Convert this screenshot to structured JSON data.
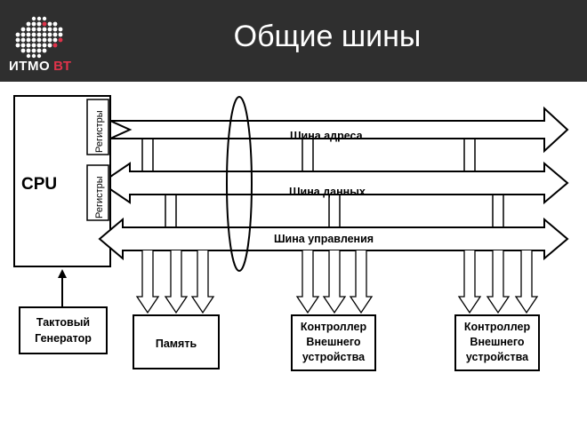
{
  "header": {
    "title": "Общие шины",
    "logo_text_main": "ИТМО",
    "logo_text_accent": "ВТ",
    "logo_icon": "itmo-dot-grid-logo"
  },
  "diagram": {
    "cpu": {
      "label": "CPU",
      "register_label_1": "Регистры",
      "register_label_2": "Регистры"
    },
    "buses": {
      "address": "Шина адреса",
      "data": "Шина данных",
      "control": "Шина управления"
    },
    "blocks": {
      "clock": [
        "Тактовый",
        "Генератор"
      ],
      "memory": "Память",
      "controller1": [
        "Контроллер",
        "Внешнего",
        "устройства"
      ],
      "controller2": [
        "Контроллер",
        "Внешнего",
        "устройства"
      ]
    }
  },
  "colors": {
    "header_bg": "#2f2f2f",
    "logo_accent": "#e0334a",
    "line": "#000000"
  }
}
